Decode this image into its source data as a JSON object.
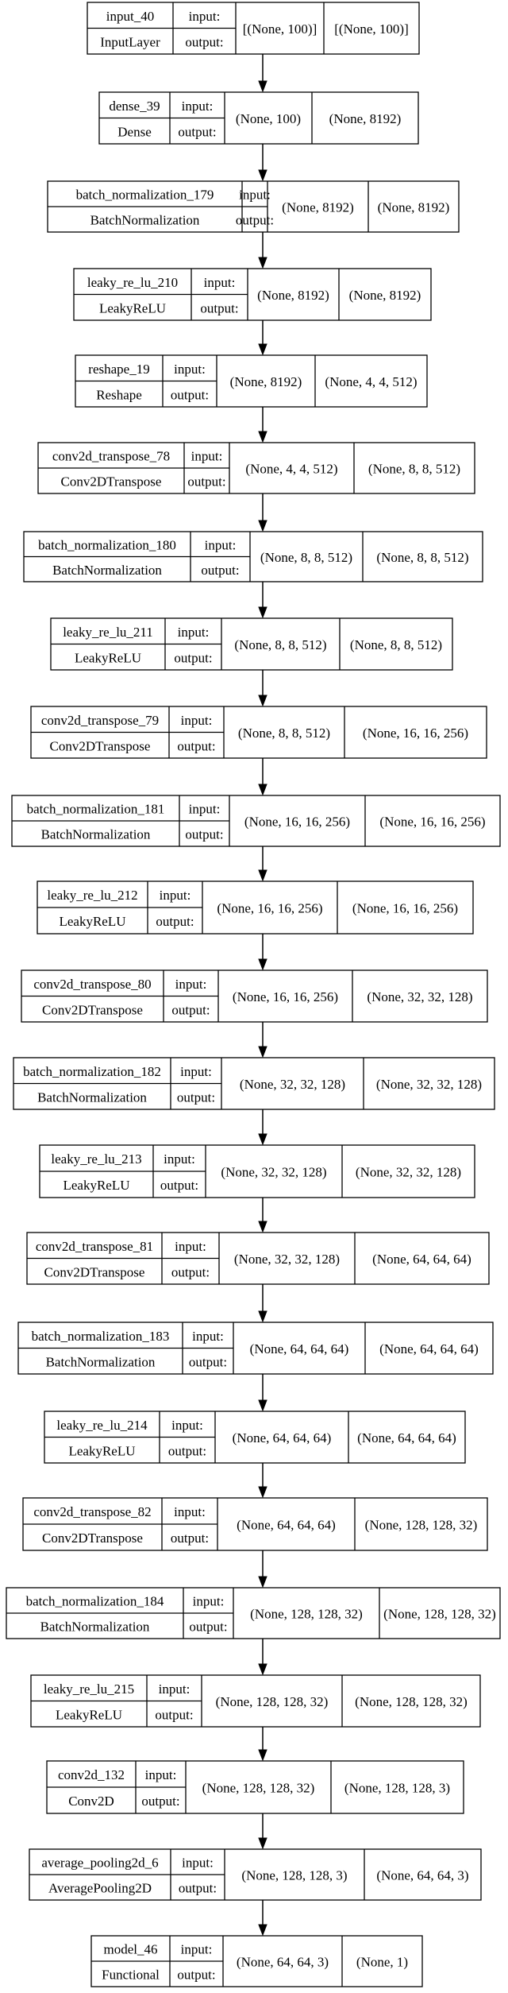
{
  "port_labels": {
    "input": "input:",
    "output": "output:"
  },
  "nodes": [
    {
      "name": "input_40",
      "type": "InputLayer",
      "input_shape": "[(None, 100)]",
      "output_shape": "[(None, 100)]"
    },
    {
      "name": "dense_39",
      "type": "Dense",
      "input_shape": "(None, 100)",
      "output_shape": "(None, 8192)"
    },
    {
      "name": "batch_normalization_179",
      "type": "BatchNormalization",
      "input_shape": "(None, 8192)",
      "output_shape": "(None, 8192)"
    },
    {
      "name": "leaky_re_lu_210",
      "type": "LeakyReLU",
      "input_shape": "(None, 8192)",
      "output_shape": "(None, 8192)"
    },
    {
      "name": "reshape_19",
      "type": "Reshape",
      "input_shape": "(None, 8192)",
      "output_shape": "(None, 4, 4, 512)"
    },
    {
      "name": "conv2d_transpose_78",
      "type": "Conv2DTranspose",
      "input_shape": "(None, 4, 4, 512)",
      "output_shape": "(None, 8, 8, 512)"
    },
    {
      "name": "batch_normalization_180",
      "type": "BatchNormalization",
      "input_shape": "(None, 8, 8, 512)",
      "output_shape": "(None, 8, 8, 512)"
    },
    {
      "name": "leaky_re_lu_211",
      "type": "LeakyReLU",
      "input_shape": "(None, 8, 8, 512)",
      "output_shape": "(None, 8, 8, 512)"
    },
    {
      "name": "conv2d_transpose_79",
      "type": "Conv2DTranspose",
      "input_shape": "(None, 8, 8, 512)",
      "output_shape": "(None, 16, 16, 256)"
    },
    {
      "name": "batch_normalization_181",
      "type": "BatchNormalization",
      "input_shape": "(None, 16, 16, 256)",
      "output_shape": "(None, 16, 16, 256)"
    },
    {
      "name": "leaky_re_lu_212",
      "type": "LeakyReLU",
      "input_shape": "(None, 16, 16, 256)",
      "output_shape": "(None, 16, 16, 256)"
    },
    {
      "name": "conv2d_transpose_80",
      "type": "Conv2DTranspose",
      "input_shape": "(None, 16, 16, 256)",
      "output_shape": "(None, 32, 32, 128)"
    },
    {
      "name": "batch_normalization_182",
      "type": "BatchNormalization",
      "input_shape": "(None, 32, 32, 128)",
      "output_shape": "(None, 32, 32, 128)"
    },
    {
      "name": "leaky_re_lu_213",
      "type": "LeakyReLU",
      "input_shape": "(None, 32, 32, 128)",
      "output_shape": "(None, 32, 32, 128)"
    },
    {
      "name": "conv2d_transpose_81",
      "type": "Conv2DTranspose",
      "input_shape": "(None, 32, 32, 128)",
      "output_shape": "(None, 64, 64, 64)"
    },
    {
      "name": "batch_normalization_183",
      "type": "BatchNormalization",
      "input_shape": "(None, 64, 64, 64)",
      "output_shape": "(None, 64, 64, 64)"
    },
    {
      "name": "leaky_re_lu_214",
      "type": "LeakyReLU",
      "input_shape": "(None, 64, 64, 64)",
      "output_shape": "(None, 64, 64, 64)"
    },
    {
      "name": "conv2d_transpose_82",
      "type": "Conv2DTranspose",
      "input_shape": "(None, 64, 64, 64)",
      "output_shape": "(None, 128, 128, 32)"
    },
    {
      "name": "batch_normalization_184",
      "type": "BatchNormalization",
      "input_shape": "(None, 128, 128, 32)",
      "output_shape": "(None, 128, 128, 32)"
    },
    {
      "name": "leaky_re_lu_215",
      "type": "LeakyReLU",
      "input_shape": "(None, 128, 128, 32)",
      "output_shape": "(None, 128, 128, 32)"
    },
    {
      "name": "conv2d_132",
      "type": "Conv2D",
      "input_shape": "(None, 128, 128, 32)",
      "output_shape": "(None, 128, 128, 3)"
    },
    {
      "name": "average_pooling2d_6",
      "type": "AveragePooling2D",
      "input_shape": "(None, 128, 128, 3)",
      "output_shape": "(None, 64, 64, 3)"
    },
    {
      "name": "model_46",
      "type": "Functional",
      "input_shape": "(None, 64, 64, 3)",
      "output_shape": "(None, 1)"
    }
  ]
}
